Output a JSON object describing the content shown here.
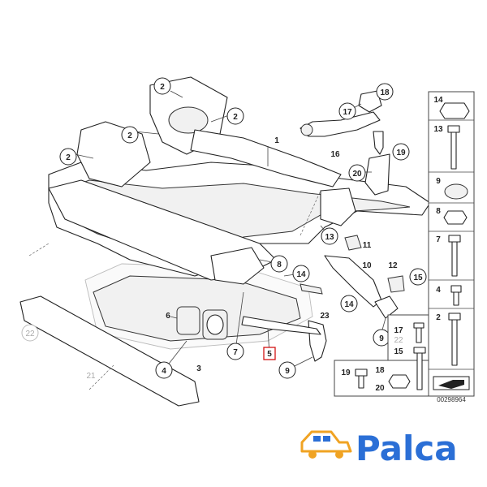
{
  "diagram_number": "00298964",
  "callouts": {
    "c2a": "2",
    "c2b": "2",
    "c2c": "2",
    "c2d": "2",
    "c17": "17",
    "c18": "18",
    "c16": "16",
    "c19": "19",
    "c20": "20",
    "c1": "1",
    "c13a": "13",
    "c11": "11",
    "c10": "10",
    "c12": "12",
    "c8": "8",
    "c14a": "14",
    "c15": "15",
    "c14b": "14",
    "c23": "23",
    "c6": "6",
    "c7": "7",
    "c5": "5",
    "c3": "3",
    "c4": "4",
    "c9a": "9",
    "c9b": "9",
    "c22": "22",
    "c21": "21"
  },
  "legend": {
    "right": [
      "14",
      "13",
      "9",
      "8",
      "7",
      "4",
      "2"
    ],
    "bottom_labels": [
      "17",
      "22",
      "15",
      "19",
      "18",
      "20"
    ]
  },
  "logo": {
    "word": "Palca"
  }
}
